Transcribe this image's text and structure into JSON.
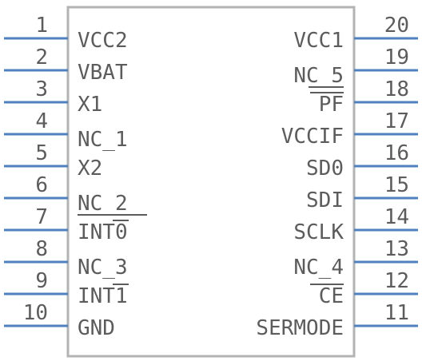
{
  "component": {
    "left_pins": [
      {
        "number": "1",
        "name": "VCC2"
      },
      {
        "number": "2",
        "name": "VBAT"
      },
      {
        "number": "3",
        "name": "X1"
      },
      {
        "number": "4",
        "name": "NC_1"
      },
      {
        "number": "5",
        "name": "X2"
      },
      {
        "number": "6",
        "name": "NC_2"
      },
      {
        "number": "7",
        "name": "INT0"
      },
      {
        "number": "8",
        "name": "NC_3"
      },
      {
        "number": "9",
        "name": "INT1"
      },
      {
        "number": "10",
        "name": "GND"
      }
    ],
    "right_pins": [
      {
        "number": "20",
        "name": "VCC1"
      },
      {
        "number": "19",
        "name": "NC_5"
      },
      {
        "number": "18",
        "name": "PF"
      },
      {
        "number": "17",
        "name": "VCCIF"
      },
      {
        "number": "16",
        "name": "SD0"
      },
      {
        "number": "15",
        "name": "SDI"
      },
      {
        "number": "14",
        "name": "SCLK"
      },
      {
        "number": "13",
        "name": "NC_4"
      },
      {
        "number": "12",
        "name": "CE"
      },
      {
        "number": "11",
        "name": "SERMODE"
      }
    ]
  },
  "colors": {
    "pin_line": "#4f81bd",
    "body_outline": "#b3b3b3",
    "text": "#5c5c5c"
  }
}
